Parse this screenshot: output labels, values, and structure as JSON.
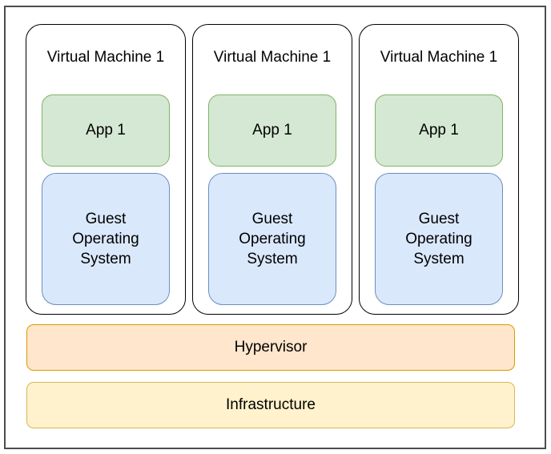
{
  "canvas": {
    "background": "#ffffff",
    "frame_border_color": "#4d4d4d",
    "text_color": "#000000"
  },
  "virtual_machines": [
    {
      "title": "Virtual Machine 1",
      "app_label": "App 1",
      "os_label": "Guest Operating System"
    },
    {
      "title": "Virtual Machine 1",
      "app_label": "App 1",
      "os_label": "Guest Operating System"
    },
    {
      "title": "Virtual Machine 1",
      "app_label": "App 1",
      "os_label": "Guest Operating System"
    }
  ],
  "layers": [
    {
      "label": "Hypervisor",
      "fill": "#ffe6cc",
      "border": "#d79b00"
    },
    {
      "label": "Infrastructure",
      "fill": "#fff2cc",
      "border": "#d6b656"
    }
  ],
  "palette": {
    "app_fill": "#d5e8d4",
    "app_border": "#82b366",
    "os_fill": "#dae8fc",
    "os_border": "#6c8ebf",
    "vm_fill": "#ffffff",
    "vm_border": "#000000"
  }
}
